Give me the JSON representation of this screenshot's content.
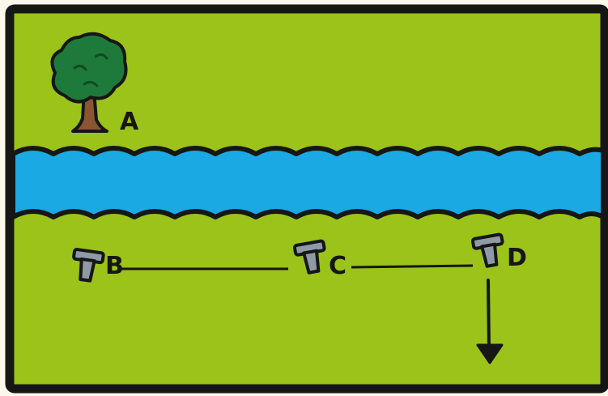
{
  "labels": {
    "tree": "A",
    "stake_b": "B",
    "stake_c": "C",
    "stake_d": "D"
  },
  "colors": {
    "grass": "#9bc31a",
    "river": "#1aa9e3",
    "tree_foliage": "#1e7a3a",
    "tree_trunk": "#8a5530",
    "stake": "#8e9aa6",
    "ink": "#161616"
  },
  "icons": {
    "tree": "tree-icon",
    "stake": "stake-icon",
    "arrow": "arrow-down-icon"
  }
}
